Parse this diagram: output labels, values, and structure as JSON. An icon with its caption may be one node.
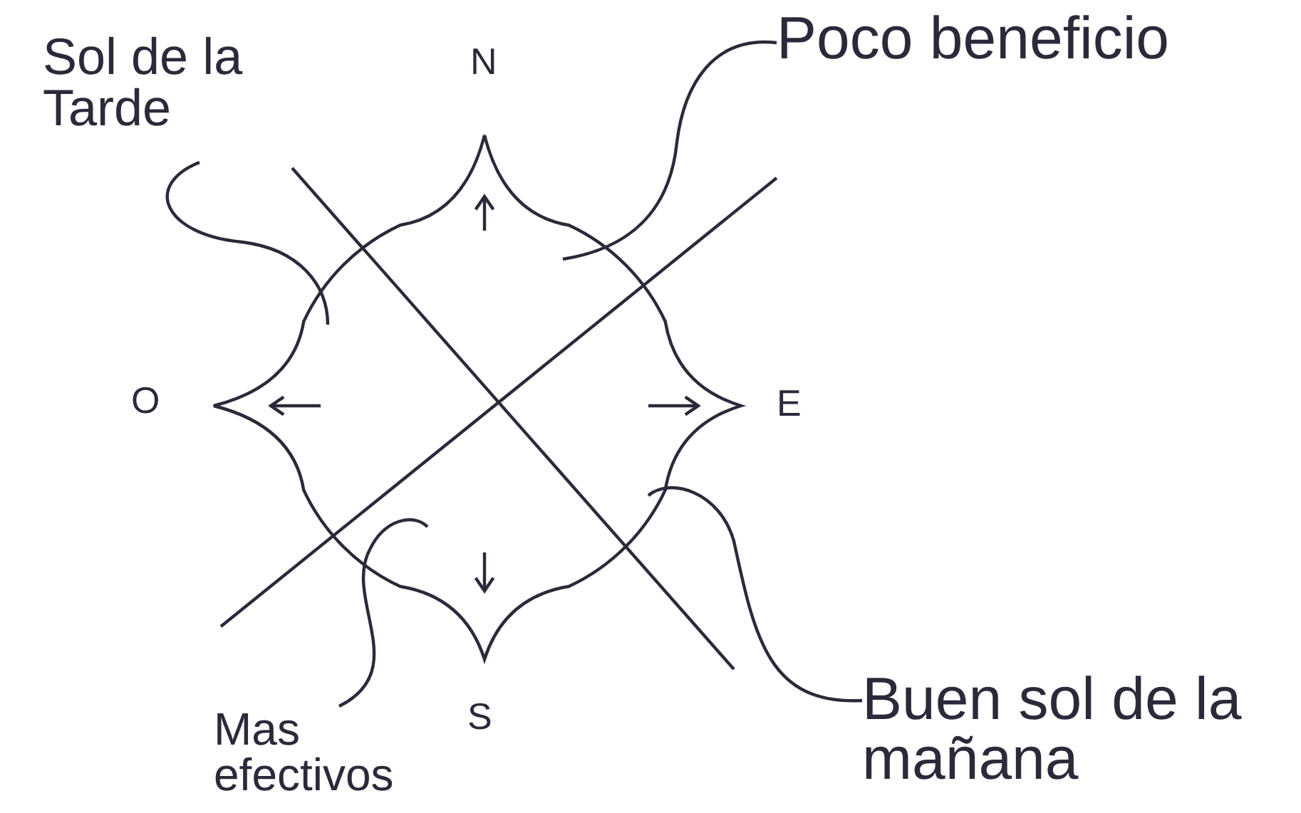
{
  "diagram": {
    "nodes": [
      {
        "text": [
          "Sol de la Tarde"
        ]
      },
      {
        "text": [
          "Poco beneficio"
        ]
      },
      {
        "text": [
          "Buen sol de la mañana"
        ]
      },
      {
        "text": [
          "Mas efectivos"
        ]
      }
    ],
    "edges": [
      {
        "from": 0,
        "to": null,
        "arrow": "none"
      },
      {
        "from": 1,
        "to": null,
        "arrow": "none"
      },
      {
        "from": 2,
        "to": null,
        "arrow": "none"
      },
      {
        "from": 3,
        "to": null,
        "arrow": "none"
      }
    ],
    "labels": [
      "N",
      "O",
      "E",
      "S"
    ]
  }
}
